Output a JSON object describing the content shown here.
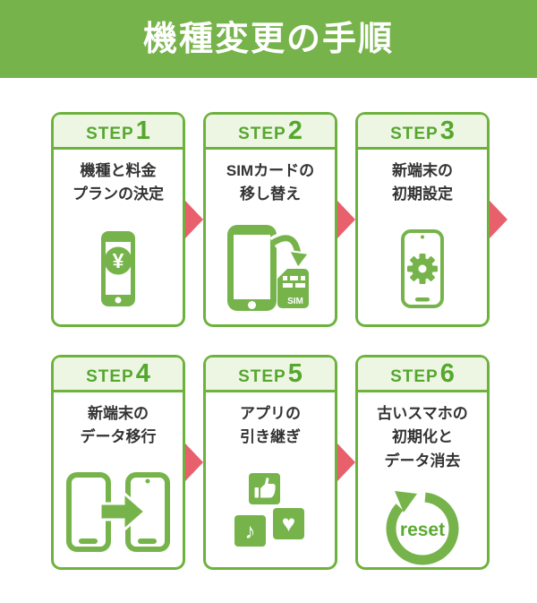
{
  "banner": {
    "title": "機種変更の手順"
  },
  "colors": {
    "banner_green": "#76b34a",
    "border_green": "#6eb23e",
    "header_bg": "#edf6e3",
    "step_text_green": "#55a72e",
    "icon_green": "#76b44b",
    "arrow_red": "#e8606c",
    "body_text": "#333333"
  },
  "steps": [
    {
      "label": "STEP",
      "number": "1",
      "line1": "機種と料金",
      "line2": "プランの決定",
      "icon": "phone-yen-icon",
      "yen_symbol": "¥",
      "has_next_arrow": true
    },
    {
      "label": "STEP",
      "number": "2",
      "line1": "SIMカードの",
      "line2": "移し替え",
      "icon": "phone-sim-icon",
      "sim_label": "SIM",
      "has_next_arrow": true
    },
    {
      "label": "STEP",
      "number": "3",
      "line1": "新端末の",
      "line2": "初期設定",
      "icon": "phone-gear-icon",
      "has_next_arrow": true
    },
    {
      "label": "STEP",
      "number": "4",
      "line1": "新端末の",
      "line2": "データ移行",
      "icon": "phones-transfer-icon",
      "has_next_arrow": true
    },
    {
      "label": "STEP",
      "number": "5",
      "line1": "アプリの",
      "line2": "引き継ぎ",
      "icon": "app-tiles-icon",
      "note_glyph": "♪",
      "heart_glyph": "♥",
      "has_next_arrow": true
    },
    {
      "label": "STEP",
      "number": "6",
      "line1": "古いスマホの",
      "line2": "初期化と",
      "line3": "データ消去",
      "icon": "reset-icon",
      "reset_label": "reset",
      "has_next_arrow": false
    }
  ]
}
